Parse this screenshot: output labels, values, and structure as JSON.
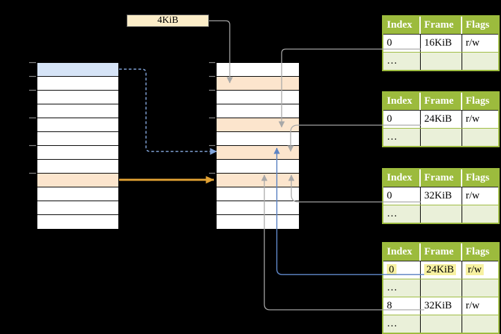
{
  "page_size_label": "4KiB",
  "virtual_memory_column": {
    "rows": 12,
    "highlighted_rows": [
      {
        "index": 0,
        "color_name": "blue"
      },
      {
        "index": 8,
        "color_name": "peach"
      }
    ]
  },
  "physical_memory_column": {
    "rows": 12,
    "highlighted_rows": [
      {
        "index": 1,
        "frame": "4KiB"
      },
      {
        "index": 4,
        "frame": "16KiB"
      },
      {
        "index": 6,
        "frame": "24KiB"
      },
      {
        "index": 8,
        "frame": "32KiB"
      }
    ]
  },
  "page_tables": [
    {
      "headers": [
        "Index",
        "Frame",
        "Flags"
      ],
      "rows": [
        {
          "cells": [
            "0",
            "16KiB",
            "r/w"
          ]
        },
        {
          "cells": [
            "…",
            "",
            ""
          ]
        }
      ]
    },
    {
      "headers": [
        "Index",
        "Frame",
        "Flags"
      ],
      "rows": [
        {
          "cells": [
            "0",
            "24KiB",
            "r/w"
          ]
        },
        {
          "cells": [
            "…",
            "",
            ""
          ]
        }
      ]
    },
    {
      "headers": [
        "Index",
        "Frame",
        "Flags"
      ],
      "rows": [
        {
          "cells": [
            "0",
            "32KiB",
            "r/w"
          ]
        },
        {
          "cells": [
            "…",
            "",
            ""
          ]
        }
      ]
    },
    {
      "headers": [
        "Index",
        "Frame",
        "Flags"
      ],
      "rows": [
        {
          "cells": [
            "0",
            "24KiB",
            "r/w"
          ],
          "highlighted": true
        },
        {
          "cells": [
            "…",
            "",
            ""
          ]
        },
        {
          "cells": [
            "8",
            "32KiB",
            "r/w"
          ]
        },
        {
          "cells": [
            "…",
            "",
            ""
          ]
        }
      ]
    }
  ],
  "connections": [
    {
      "from": "4KiB label",
      "to": "physical frame row 1",
      "style": "gray arrow"
    },
    {
      "from": "table 1 entry 0 → 16KiB",
      "to": "physical frame row 4",
      "style": "gray arrow"
    },
    {
      "from": "table 2 entry 0 → 24KiB",
      "to": "physical frame row 6",
      "style": "gray arrow"
    },
    {
      "from": "table 3 entry 0 → 32KiB",
      "to": "physical frame row 8",
      "style": "gray arrow"
    },
    {
      "from": "table 4 entry 0 → 24KiB",
      "to": "physical frame row 6",
      "style": "blue arrow"
    },
    {
      "from": "table 4 entry 8 → 32KiB",
      "to": "physical frame row 8",
      "style": "gray arrow"
    },
    {
      "from": "virtual blue row 0",
      "to": "physical frame row 6",
      "style": "blue dashed arrow"
    },
    {
      "from": "virtual peach row 8",
      "to": "physical frame row 8",
      "style": "orange arrow"
    }
  ],
  "colors": {
    "background": "#000000",
    "highlight_blue": "#d6e4f7",
    "highlight_peach": "#fce5cd",
    "label_box_fill": "#fcedc8",
    "table_green": "#9cbb3d",
    "table_light_green": "#eaf0d9",
    "header_text": "#ffffff",
    "connector_gray": "#a8a8a8",
    "connector_blue": "#5d84c4",
    "dashed_blue": "#82a5db",
    "arrow_orange": "#e2a233",
    "cell_highlight_yellow": "#f7f1a1",
    "tick_gray": "#8c8c8c"
  }
}
